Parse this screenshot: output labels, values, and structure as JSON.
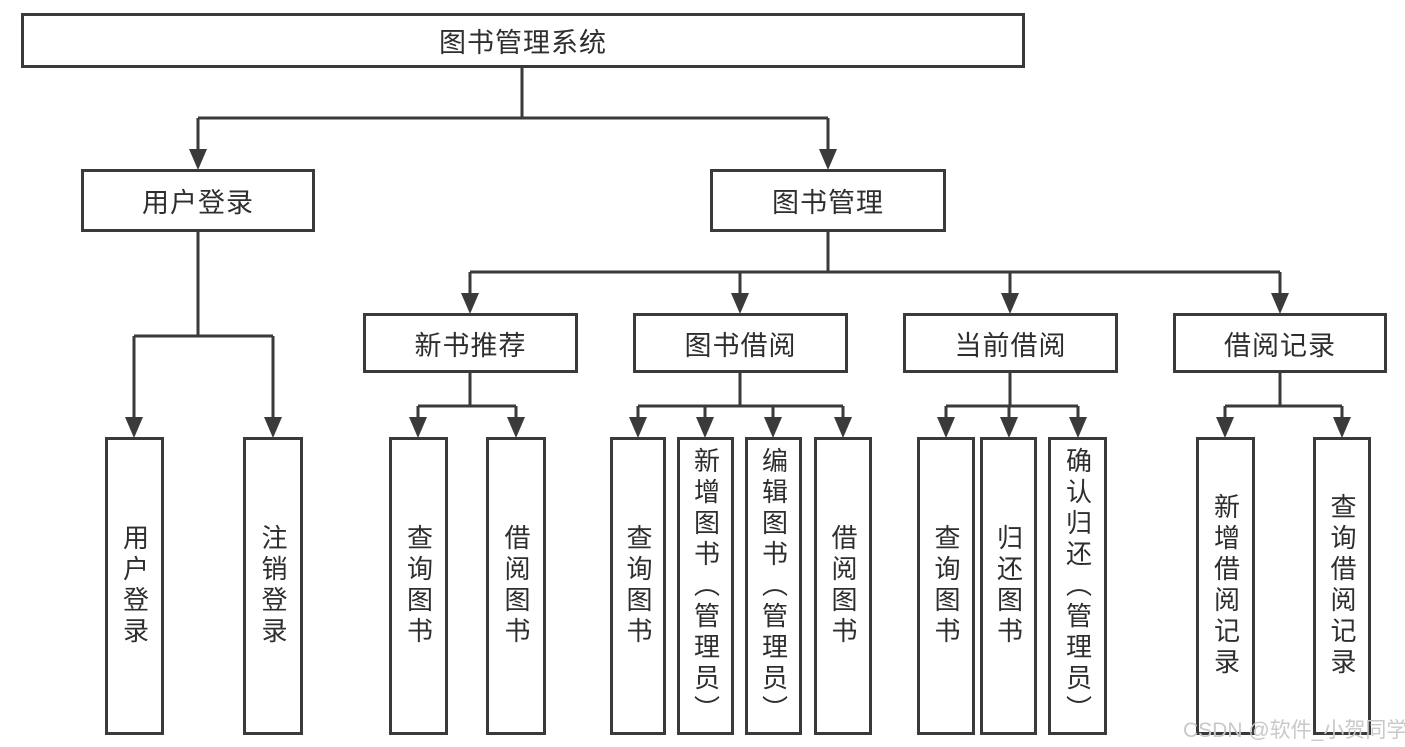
{
  "tree": {
    "label": "图书管理系统",
    "children": [
      {
        "label": "用户登录",
        "children": [
          {
            "label": "用户登录"
          },
          {
            "label": "注销登录"
          }
        ]
      },
      {
        "label": "图书管理",
        "children": [
          {
            "label": "新书推荐",
            "children": [
              {
                "label": "查询图书"
              },
              {
                "label": "借阅图书"
              }
            ]
          },
          {
            "label": "图书借阅",
            "children": [
              {
                "label": "查询图书"
              },
              {
                "label": "新增图书（管理员）"
              },
              {
                "label": "编辑图书（管理员）"
              },
              {
                "label": "借阅图书"
              }
            ]
          },
          {
            "label": "当前借阅",
            "children": [
              {
                "label": "查询图书"
              },
              {
                "label": "归还图书"
              },
              {
                "label": "确认归还（管理员）"
              }
            ]
          },
          {
            "label": "借阅记录",
            "children": [
              {
                "label": "新增借阅记录"
              },
              {
                "label": "查询借阅记录"
              }
            ]
          }
        ]
      }
    ]
  },
  "watermark": {
    "text": "CSDN @软件_小贺同学"
  },
  "colors": {
    "line": "#3a3a3a",
    "text": "#2e2e2e",
    "watermark": "#c9c9c9",
    "background": "#ffffff"
  }
}
